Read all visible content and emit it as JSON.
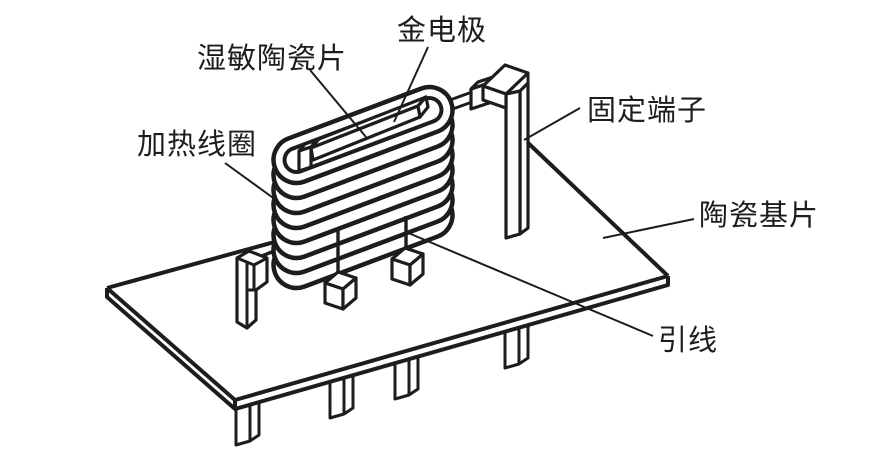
{
  "diagram": {
    "background_color": "#ffffff",
    "line_color": "#1d1d1d",
    "labels": [
      {
        "id": "humidity-sensitive-ceramic-sheet",
        "text": "湿敏陶瓷片"
      },
      {
        "id": "gold-electrode",
        "text": "金电极"
      },
      {
        "id": "heating-coil",
        "text": "加热线圈"
      },
      {
        "id": "fixed-terminal",
        "text": "固定端子"
      },
      {
        "id": "ceramic-substrate",
        "text": "陶瓷基片"
      },
      {
        "id": "lead-wire",
        "text": "引线"
      }
    ]
  }
}
